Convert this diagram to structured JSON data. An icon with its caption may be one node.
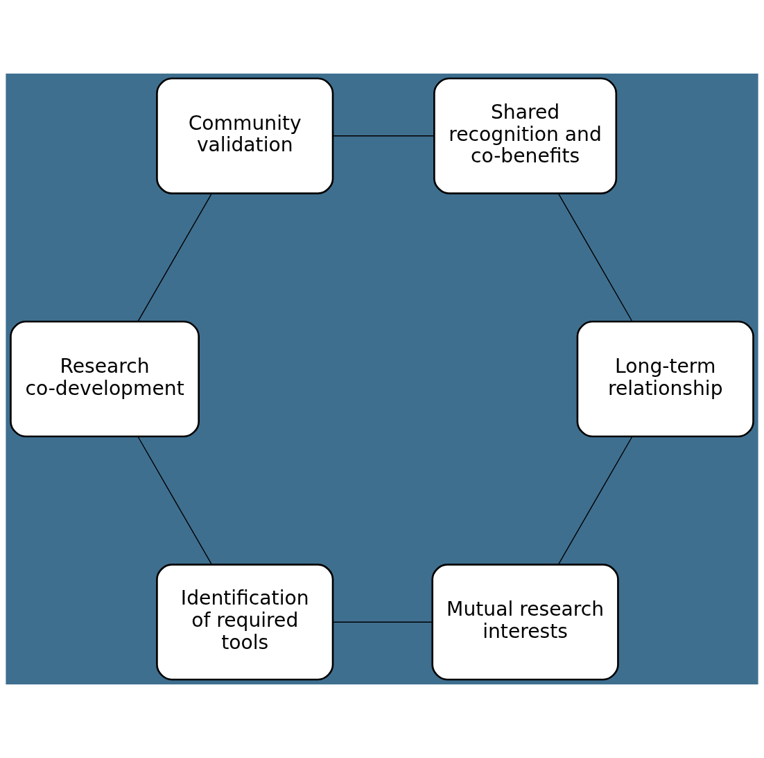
{
  "diagram": {
    "nodes": [
      {
        "text": [
          "Mutual research interests"
        ]
      },
      {
        "text": [
          "Identification of required tools"
        ]
      },
      {
        "text": [
          "Research co-development"
        ]
      },
      {
        "text": [
          "Community validation"
        ]
      },
      {
        "text": [
          "Shared recognition and co-benefits"
        ]
      },
      {
        "text": [
          "Long-term relationship"
        ]
      }
    ],
    "edges": [
      {
        "from": 0,
        "to": 1,
        "arrow": "none"
      },
      {
        "from": 1,
        "to": 2,
        "arrow": "none"
      },
      {
        "from": 2,
        "to": 3,
        "arrow": "none"
      },
      {
        "from": 3,
        "to": 4,
        "arrow": "none"
      },
      {
        "from": 4,
        "to": 5,
        "arrow": "none"
      },
      {
        "from": 5,
        "to": 0,
        "arrow": "none"
      }
    ]
  }
}
